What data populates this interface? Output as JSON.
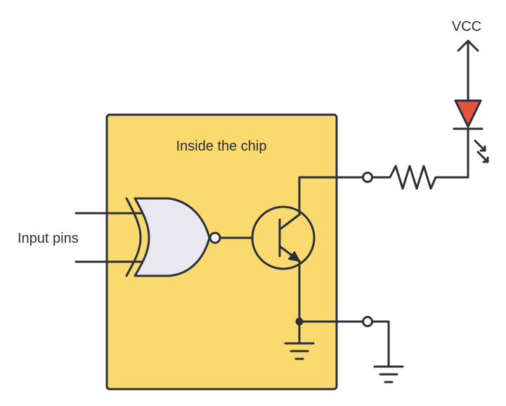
{
  "labels": {
    "chip": "Inside the chip",
    "inputs": "Input pins",
    "vcc": "VCC"
  },
  "colors": {
    "chip_fill": "#fada6e",
    "gate_fill": "#e8e8ee",
    "led_fill": "#e4533c",
    "wire": "#2b2f3a",
    "pin_fill": "#ffffff"
  },
  "components": {
    "gate": "xnor-gate-icon",
    "transistor": "npn-transistor-icon",
    "resistor": "resistor-icon",
    "led": "led-icon",
    "ground": "ground-icon",
    "supply": "vcc-arrow-icon"
  }
}
